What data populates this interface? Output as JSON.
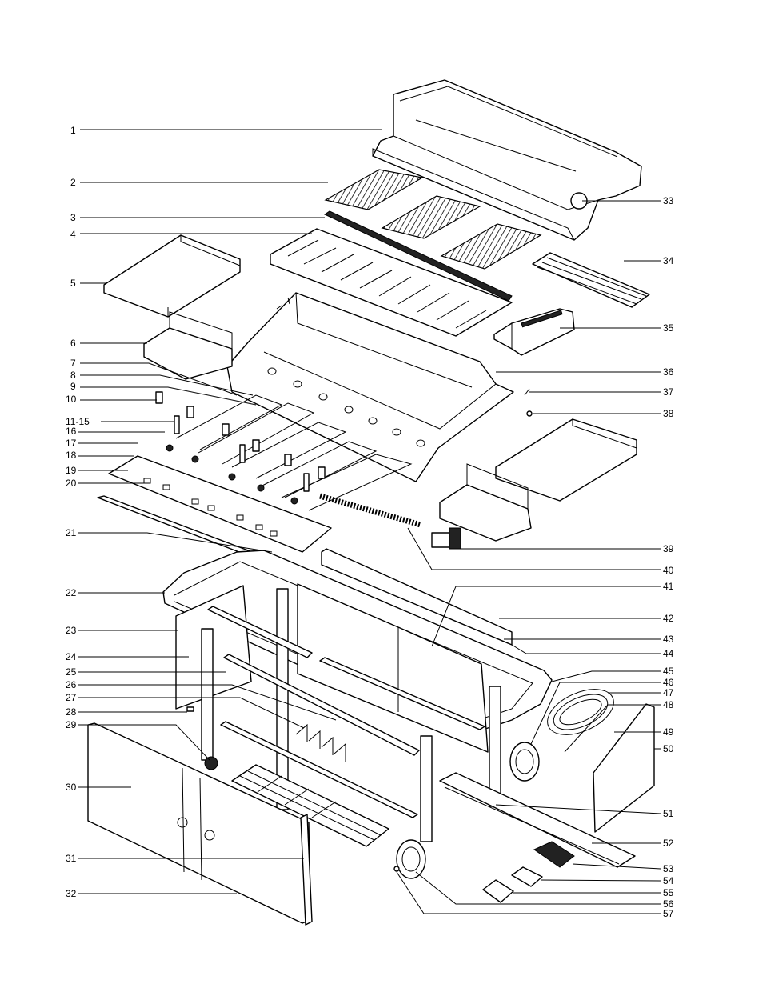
{
  "labels": {
    "left": [
      "1",
      "2",
      "3",
      "4",
      "5",
      "6",
      "7",
      "8",
      "9",
      "10",
      "11-15",
      "16",
      "17",
      "18",
      "19",
      "20",
      "21",
      "22",
      "23",
      "24",
      "25",
      "26",
      "27",
      "28",
      "29",
      "30",
      "31",
      "32"
    ],
    "right": [
      "33",
      "34",
      "35",
      "36",
      "37",
      "38",
      "39",
      "40",
      "41",
      "42",
      "43",
      "44",
      "45",
      "46",
      "47",
      "48",
      "49",
      "50",
      "51",
      "52",
      "53",
      "54",
      "55",
      "56",
      "57"
    ]
  },
  "colors": {
    "ink": "#000000",
    "paper": "#ffffff"
  }
}
